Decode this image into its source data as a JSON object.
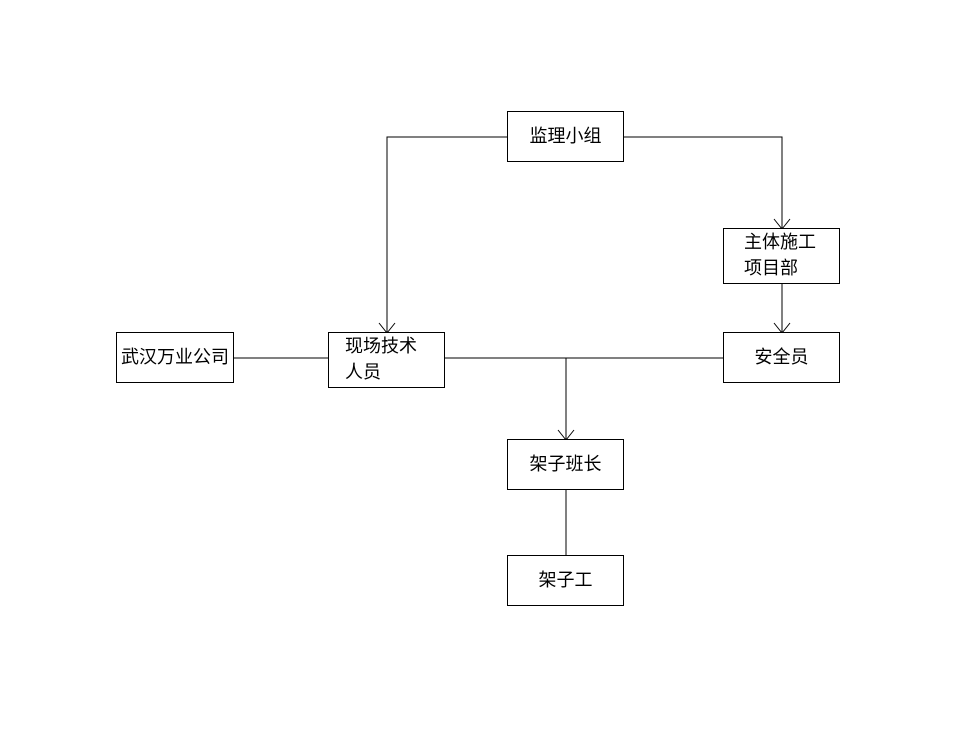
{
  "nodes": {
    "supervision_group": "监理小组",
    "main_construction_dept": "主体施工\n项目部",
    "wuhan_wanye": "武汉万业公司",
    "site_technician": "现场技术\n人员",
    "safety_officer": "安全员",
    "scaffold_foreman": "架子班长",
    "scaffolder": "架子工"
  }
}
